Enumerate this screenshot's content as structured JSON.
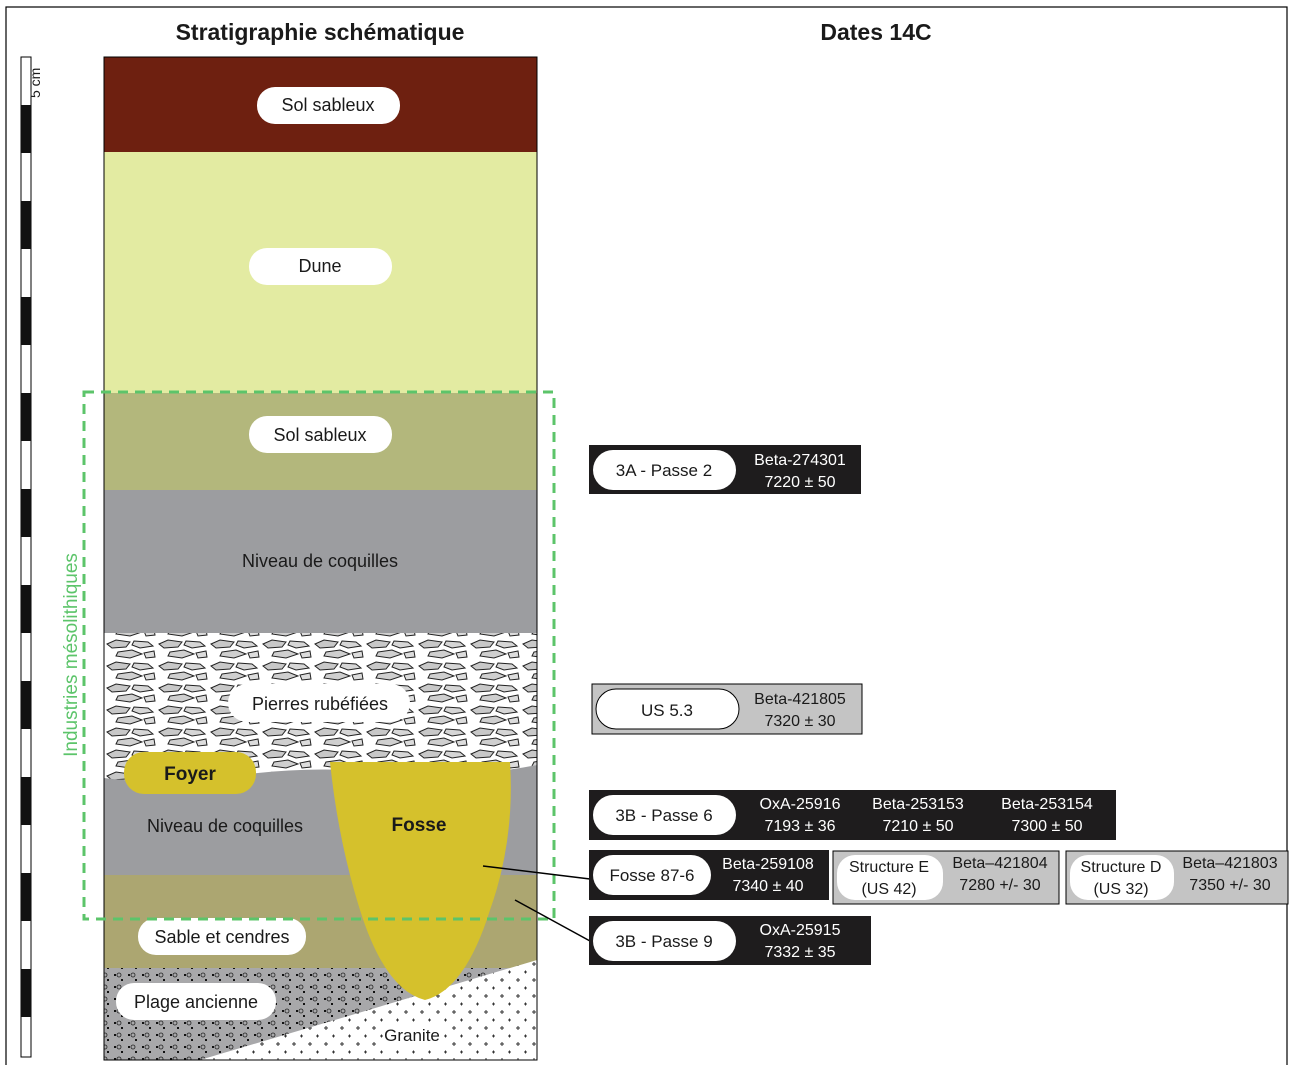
{
  "headers": {
    "stratigraphy": "Stratigraphie schématique",
    "dates": "Dates 14C"
  },
  "scale": {
    "label": "5 cm"
  },
  "zone_label": "Industries mésolithiques",
  "layers": {
    "sol_top": "Sol sableux",
    "dune": "Dune",
    "sol_mid": "Sol sableux",
    "coquilles_top": "Niveau de coquilles",
    "pierres": "Pierres rubéfiées",
    "coquilles_bottom": "Niveau de coquilles",
    "sable": "Sable et cendres",
    "plage": "Plage ancienne",
    "granite": "Granite"
  },
  "features": {
    "foyer": "Foyer",
    "fosse": "Fosse"
  },
  "dates": {
    "d3a": {
      "label": "3A - Passe 2",
      "lab": "Beta-274301",
      "age": "7220 ± 50"
    },
    "dus53": {
      "label": "US 5.3",
      "lab": "Beta-421805",
      "age": "7320 ± 30"
    },
    "d3b6": {
      "label": "3B - Passe 6",
      "entries": [
        {
          "lab": "OxA-25916",
          "age": "7193 ± 36"
        },
        {
          "lab": "Beta-253153",
          "age": "7210 ± 50"
        },
        {
          "lab": "Beta-253154",
          "age": "7300 ± 50"
        }
      ]
    },
    "dfosse": {
      "label": "Fosse 87-6",
      "lab": "Beta-259108",
      "age": "7340 ± 40"
    },
    "dstructE": {
      "label1": "Structure E",
      "label2": "(US 42)",
      "lab": "Beta–421804",
      "age": "7280 +/- 30"
    },
    "dstructD": {
      "label1": "Structure D",
      "label2": "(US 32)",
      "lab": "Beta–421803",
      "age": "7350 +/- 30"
    },
    "d3b9": {
      "label": "3B - Passe 9",
      "lab": "OxA-25915",
      "age": "7332 ± 35"
    }
  },
  "colors": {
    "sol_top": "#6e2010",
    "dune": "#e3eba2",
    "sol_mid": "#b3b77c",
    "coquilles": "#9c9da0",
    "sable": "#aca671",
    "fosse": "#d5c12c",
    "dashed_zone": "#5cc46a",
    "black_box": "#1e1c1d",
    "grey_box": "#c4c4c4"
  }
}
